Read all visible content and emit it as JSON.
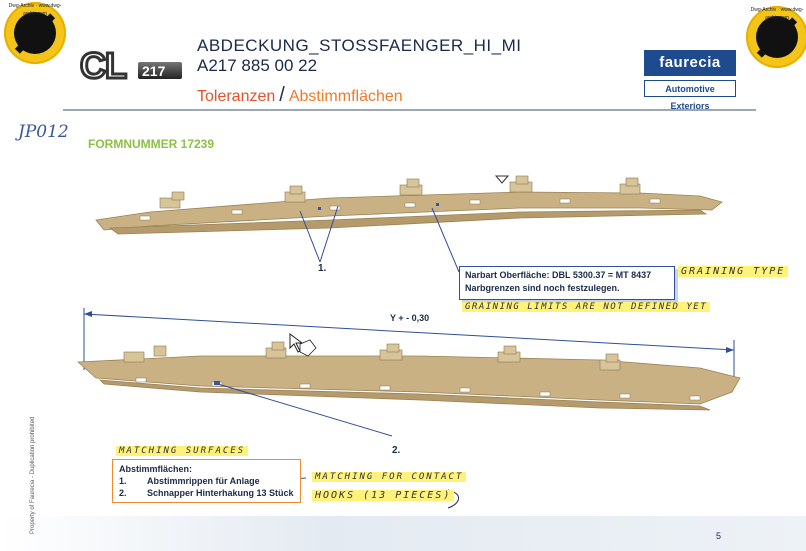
{
  "header": {
    "logo_text": "CL217",
    "part_name": "ABDECKUNG_STOSSFAENGER_HI_MI",
    "part_number": "A217 885 00 22",
    "subtitle_left": "Toleranzen",
    "subtitle_sep": "/",
    "subtitle_right": "Abstimmflächen",
    "brand": "faurecia",
    "brand_tagline": "Automotive Exteriors"
  },
  "stamps": {
    "left_text": "Dwg-Archiv · www.dwg-archiv.com",
    "right_text": "Dwg-Archiv · www.dwg-archiv.com"
  },
  "handwritten_id": "JP012",
  "form_number": "FORMNUMMER  17239",
  "callouts": {
    "label1": "1.",
    "label2": "2.",
    "grain_box_line1": "Narbart Oberfläche:  DBL 5300.37 = MT 8437",
    "grain_box_line2": "Narbgrenzen sind noch festzulegen.",
    "note_graining_type": "GRAINING TYPE",
    "note_graining_limits": "GRAINING LIMITS ARE NOT DEFINED YET",
    "dimension": "Y  + - 0,30",
    "note_matching_surfaces": "MATCHING SURFACES",
    "abstimm_title": "Abstimmflächen:",
    "abstimm_items": [
      {
        "num": "1.",
        "text": "Abstimmrippen für Anlage"
      },
      {
        "num": "2.",
        "text": "Schnapper Hinterhakung  13 Stück"
      }
    ],
    "note_matching_contact": "MATCHING FOR CONTACT",
    "note_hooks": "HOOKS (13 PIECES)"
  },
  "side_note": "Property of Faurecia - Duplication prohibited",
  "page_number": "5",
  "colors": {
    "part": "#c8b080",
    "brand": "#1e4a8e",
    "accent_orange": "#f08a30",
    "accent_green": "#8dc044",
    "highlight": "#fff27a"
  }
}
